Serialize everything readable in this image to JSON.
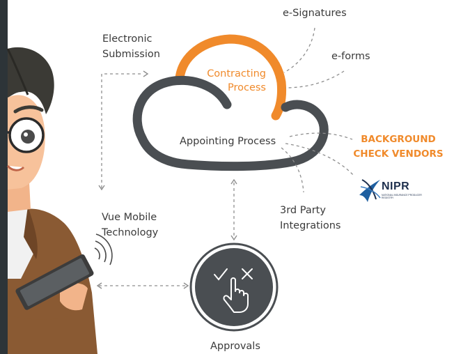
{
  "colors": {
    "accent": "#f08a2b",
    "cloud": "#4a4e52",
    "circle": "#4a4e52",
    "dash": "#8e8e8e",
    "sidebar": "#2d3438"
  },
  "labels": {
    "electronic_submission": [
      "Electronic",
      "Submission"
    ],
    "e_signatures": "e-Signatures",
    "e_forms": "e-forms",
    "contracting_process": [
      "Contracting",
      "Process"
    ],
    "appointing_process": "Appointing Process",
    "background_check": [
      "BACKGROUND",
      "CHECK VENDORS"
    ],
    "third_party": [
      "3rd Party",
      "Integrations"
    ],
    "vue_mobile": [
      "Vue Mobile",
      "Technology"
    ],
    "approvals": "Approvals"
  },
  "nipr": {
    "name": "NIPR",
    "subtitle": "NATIONAL INSURANCE PRODUCER REGISTRY"
  },
  "icons": {
    "approvals": [
      "check-icon",
      "cross-icon",
      "pointing-hand-icon"
    ]
  }
}
